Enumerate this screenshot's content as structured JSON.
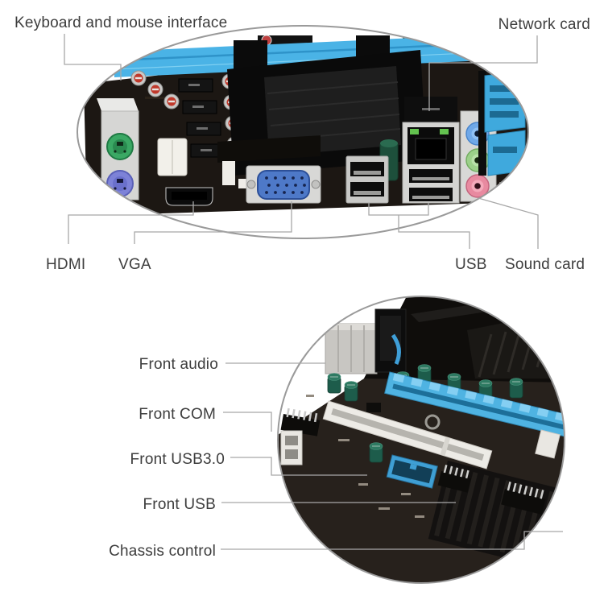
{
  "top_panel": {
    "labels": {
      "keyboard_mouse": "Keyboard and mouse interface",
      "network_card": "Network card",
      "hdmi": "HDMI",
      "vga": "VGA",
      "usb": "USB",
      "sound_card": "Sound card"
    }
  },
  "bottom_panel": {
    "labels": {
      "front_audio": "Front audio",
      "front_com": "Front COM",
      "front_usb3": "Front USB3.0",
      "front_usb": "Front USB",
      "chassis_control": "Chassis control"
    }
  },
  "colors": {
    "label_text": "#3d3d3d",
    "leader_line": "#a8a8a8",
    "circle_outline": "#9a9a9a",
    "pcb_dark": "#1c1713",
    "ram_slot_blue": "#4ab3e6",
    "pcie_blue": "#4fb3e2",
    "ps2_green": "#3aa864",
    "ps2_purple": "#7d82d8",
    "audio_jack_blue": "#6fa8e8",
    "audio_jack_green": "#9cd08a",
    "audio_jack_pink": "#e88aa0"
  }
}
